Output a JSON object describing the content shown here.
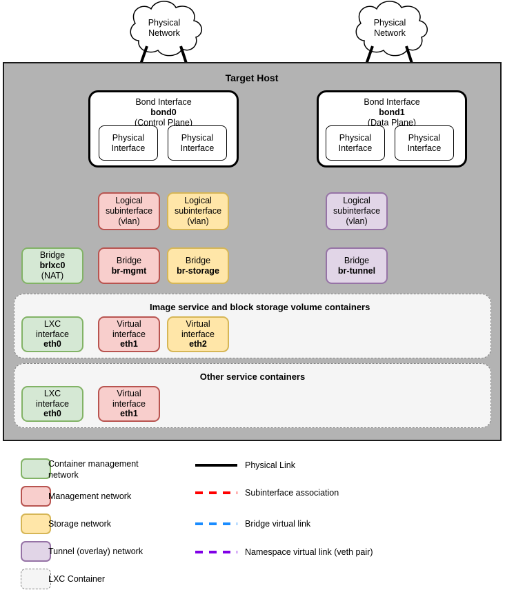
{
  "diagram": {
    "title": "Target Host",
    "clouds": [
      {
        "name": "cloud-left",
        "line1": "Physical",
        "line2": "Network"
      },
      {
        "name": "cloud-right",
        "line1": "Physical",
        "line2": "Network"
      }
    ],
    "bonds": [
      {
        "name": "bond0",
        "title": "Bond Interface",
        "id": "bond0",
        "role": "(Control Plane)",
        "interfaces": [
          {
            "line1": "Physical",
            "line2": "Interface"
          },
          {
            "line1": "Physical",
            "line2": "Interface"
          }
        ]
      },
      {
        "name": "bond1",
        "title": "Bond Interface",
        "id": "bond1",
        "role": "(Data Plane)",
        "interfaces": [
          {
            "line1": "Physical",
            "line2": "Interface"
          },
          {
            "line1": "Physical",
            "line2": "Interface"
          }
        ]
      }
    ],
    "subinterfaces": [
      {
        "name": "subinterface-mgmt",
        "line1": "Logical",
        "line2": "subinterface",
        "line3": "(vlan)",
        "color": "red"
      },
      {
        "name": "subinterface-storage",
        "line1": "Logical",
        "line2": "subinterface",
        "line3": "(vlan)",
        "color": "yellow"
      },
      {
        "name": "subinterface-tunnel",
        "line1": "Logical",
        "line2": "subinterface",
        "line3": "(vlan)",
        "color": "purple"
      }
    ],
    "bridges": [
      {
        "name": "bridge-brlxc0",
        "label": "Bridge",
        "id": "brlxc0",
        "extra": "(NAT)",
        "color": "green"
      },
      {
        "name": "bridge-br-mgmt",
        "label": "Bridge",
        "id": "br-mgmt",
        "extra": "",
        "color": "red"
      },
      {
        "name": "bridge-br-storage",
        "label": "Bridge",
        "id": "br-storage",
        "extra": "",
        "color": "yellow"
      },
      {
        "name": "bridge-br-tunnel",
        "label": "Bridge",
        "id": "br-tunnel",
        "extra": "",
        "color": "purple"
      }
    ],
    "container_groups": [
      {
        "name": "image-storage-containers",
        "title": "Image service and block storage volume containers",
        "interfaces": [
          {
            "line1": "LXC",
            "line2": "interface",
            "id": "eth0",
            "color": "green"
          },
          {
            "line1": "Virtual",
            "line2": "interface",
            "id": "eth1",
            "color": "red"
          },
          {
            "line1": "Virtual",
            "line2": "interface",
            "id": "eth2",
            "color": "yellow"
          }
        ]
      },
      {
        "name": "other-service-containers",
        "title": "Other service containers",
        "interfaces": [
          {
            "line1": "LXC",
            "line2": "interface",
            "id": "eth0",
            "color": "green"
          },
          {
            "line1": "Virtual",
            "line2": "interface",
            "id": "eth1",
            "color": "red"
          }
        ]
      }
    ]
  },
  "legend": {
    "swatches": [
      {
        "name": "legend-container-management-network",
        "label": "Container management network",
        "fill": "#d5e8d4",
        "stroke": "#82b366"
      },
      {
        "name": "legend-management-network",
        "label": "Management network",
        "fill": "#f8cecc",
        "stroke": "#b85450"
      },
      {
        "name": "legend-storage-network",
        "label": "Storage network",
        "fill": "#ffe6a8",
        "stroke": "#d6b656"
      },
      {
        "name": "legend-tunnel-overlay-network",
        "label": "Tunnel (overlay) network",
        "fill": "#e1d5e7",
        "stroke": "#9673a6"
      },
      {
        "name": "legend-lxc-container",
        "label": "LXC Container",
        "fill": "#f5f5f5",
        "stroke": "#808080"
      }
    ],
    "lines": [
      {
        "name": "legend-physical-link",
        "label": "Physical Link",
        "color": "#000000",
        "style": "solid"
      },
      {
        "name": "legend-subinterface-assoc",
        "label": "Subinterface association",
        "color": "#ff0000",
        "style": "dashed"
      },
      {
        "name": "legend-bridge-virtual-link",
        "label": "Bridge virtual link",
        "color": "#1a8cff",
        "style": "dashed"
      },
      {
        "name": "legend-namespace-virtual-link",
        "label": "Namespace virtual link (veth pair)",
        "color": "#8000e6",
        "style": "dashed"
      }
    ]
  },
  "colors": {
    "host_fill": "#b3b3b3",
    "physical_link": "#000000",
    "subinterface_link": "#ff0000",
    "bridge_link": "#1a8cff",
    "namespace_link": "#8000e6"
  }
}
